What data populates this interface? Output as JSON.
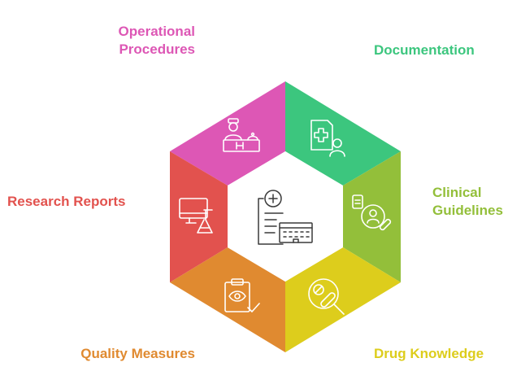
{
  "segments": [
    {
      "key": "operational",
      "label_lines": [
        "Operational",
        "Procedures"
      ],
      "color": "#DD57B5",
      "icon": "hospital-staff-icon"
    },
    {
      "key": "documentation",
      "label_lines": [
        "Documentation"
      ],
      "color": "#3CC67E",
      "icon": "medical-document-icon"
    },
    {
      "key": "clinical",
      "label_lines": [
        "Clinical",
        "Guidelines"
      ],
      "color": "#93BF3A",
      "icon": "patient-guidelines-icon"
    },
    {
      "key": "drug",
      "label_lines": [
        "Drug Knowledge"
      ],
      "color": "#DDCD1C",
      "icon": "pill-magnifier-icon"
    },
    {
      "key": "quality",
      "label_lines": [
        "Quality Measures"
      ],
      "color": "#E08A30",
      "icon": "clipboard-eye-icon"
    },
    {
      "key": "research",
      "label_lines": [
        "Research Reports"
      ],
      "color": "#E2524E",
      "icon": "monitor-flask-icon"
    }
  ],
  "center_icon": "hospital-records-icon"
}
